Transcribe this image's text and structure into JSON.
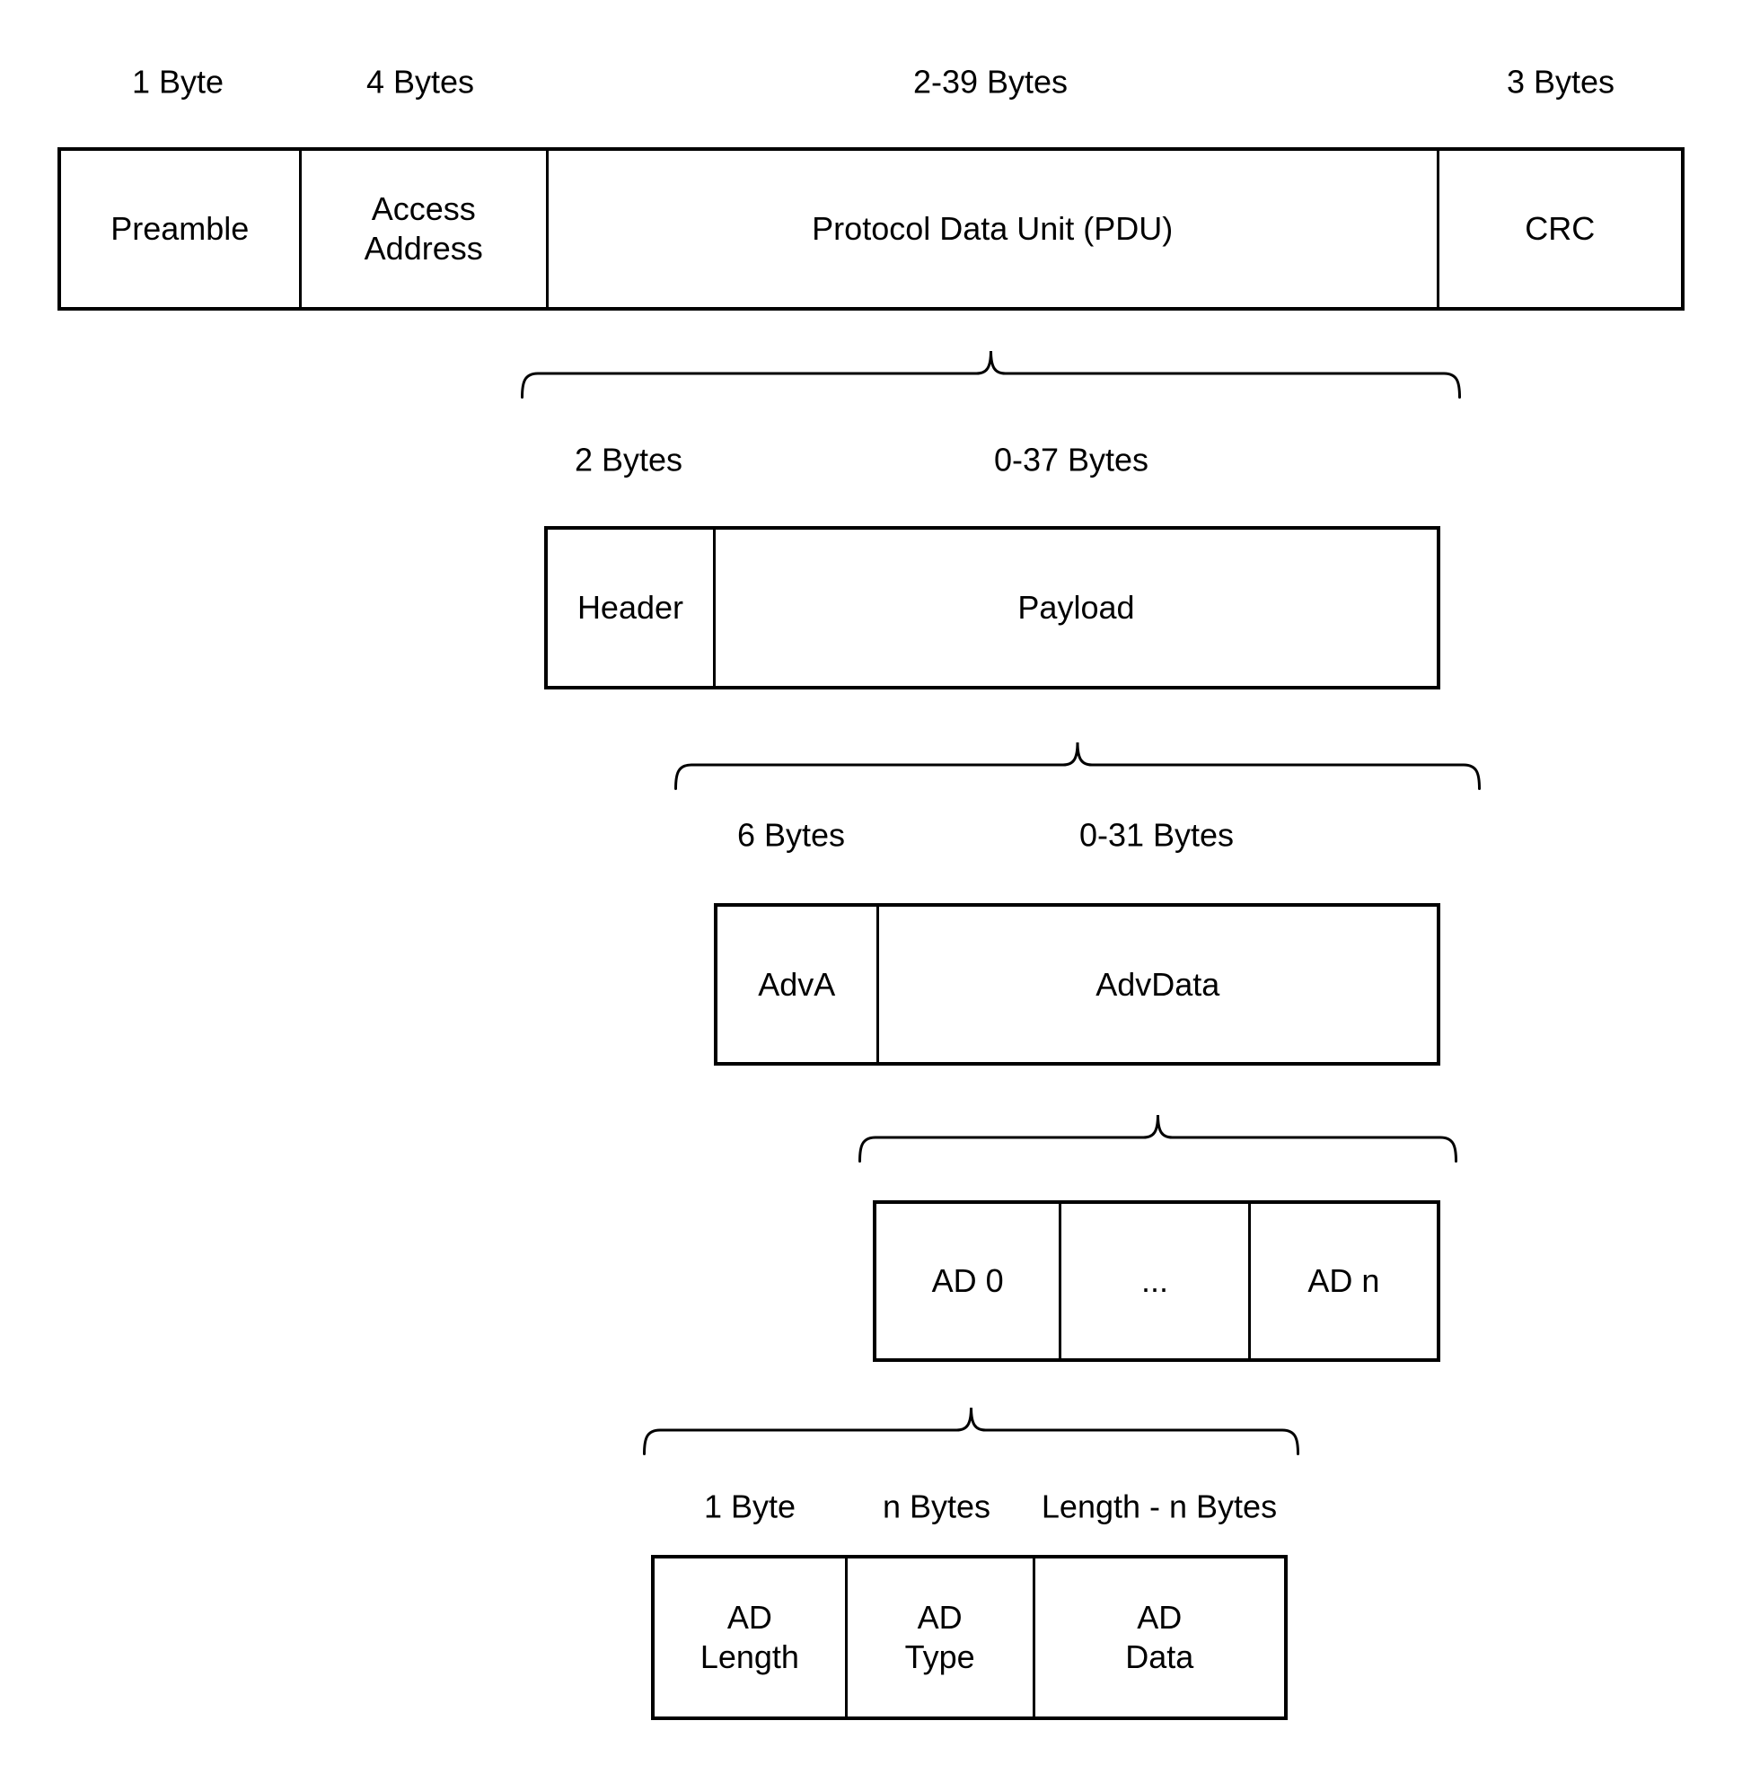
{
  "packet_row": {
    "size_labels": [
      "1 Byte",
      "4 Bytes",
      "2-39 Bytes",
      "3 Bytes"
    ],
    "cells": [
      "Preamble",
      "Access\nAddress",
      "Protocol Data Unit (PDU)",
      "CRC"
    ]
  },
  "pdu_row": {
    "size_labels": [
      "2 Bytes",
      "0-37 Bytes"
    ],
    "cells": [
      "Header",
      "Payload"
    ]
  },
  "payload_row": {
    "size_labels": [
      "6 Bytes",
      "0-31 Bytes"
    ],
    "cells": [
      "AdvA",
      "AdvData"
    ]
  },
  "advdata_row": {
    "cells": [
      "AD 0",
      "...",
      "AD n"
    ]
  },
  "ad_structure_row": {
    "size_labels": [
      "1 Byte",
      "n Bytes",
      "Length - n Bytes"
    ],
    "cells": [
      "AD\nLength",
      "AD\nType",
      "AD\nData"
    ]
  },
  "colors": {
    "line": "#000000",
    "text": "#000000",
    "background": "#ffffff"
  }
}
